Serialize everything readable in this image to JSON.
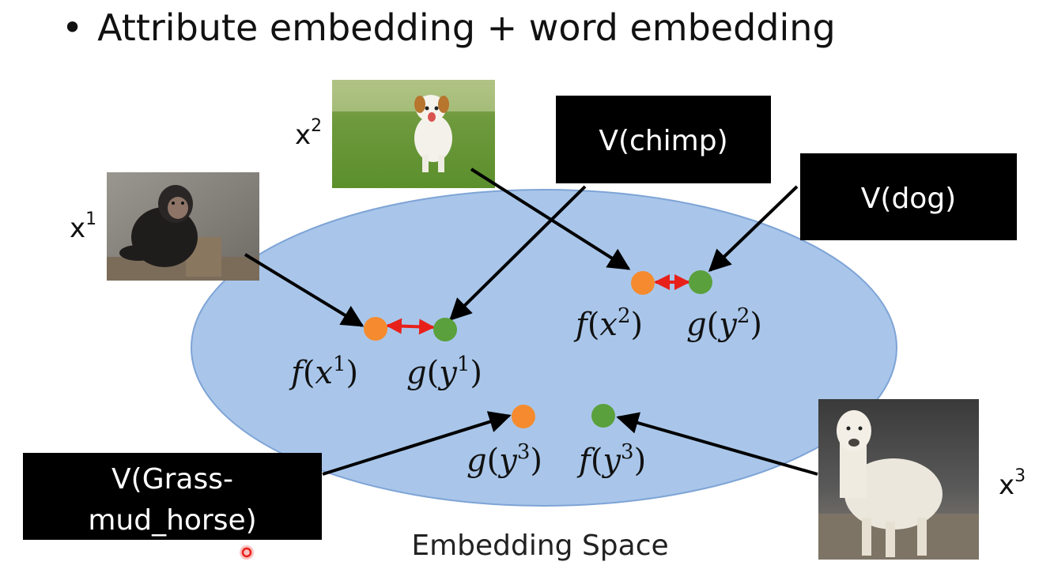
{
  "title": {
    "bullet": "•",
    "text": "Attribute embedding + word embedding"
  },
  "space_label": "Embedding Space",
  "images": {
    "x1": {
      "label": "x",
      "sup": "1",
      "depicts": "chimpanzee"
    },
    "x2": {
      "label": "x",
      "sup": "2",
      "depicts": "dog"
    },
    "x3": {
      "label": "x",
      "sup": "3",
      "depicts": "alpaca"
    }
  },
  "word_boxes": {
    "chimp": {
      "text": "V(chimp)"
    },
    "dog": {
      "text": "V(dog)"
    },
    "grass": {
      "line1": "V(Grass-",
      "line2": "mud_horse)"
    }
  },
  "points": {
    "fx1": {
      "fn": "f",
      "var": "x",
      "sup": "1"
    },
    "gy1": {
      "fn": "g",
      "var": "y",
      "sup": "1"
    },
    "fx2": {
      "fn": "f",
      "var": "x",
      "sup": "2"
    },
    "gy2": {
      "fn": "g",
      "var": "y",
      "sup": "2"
    },
    "gy3": {
      "fn": "g",
      "var": "y",
      "sup": "3"
    },
    "fy3": {
      "fn": "f",
      "var": "y",
      "sup": "3"
    }
  },
  "colors": {
    "ellipse_fill": "#a9c6ea",
    "ellipse_stroke": "#7ea4d6",
    "orange_point": "#f58b2e",
    "green_point": "#5aa03c",
    "red_arrow": "#e8201a",
    "black_box": "#000000"
  }
}
